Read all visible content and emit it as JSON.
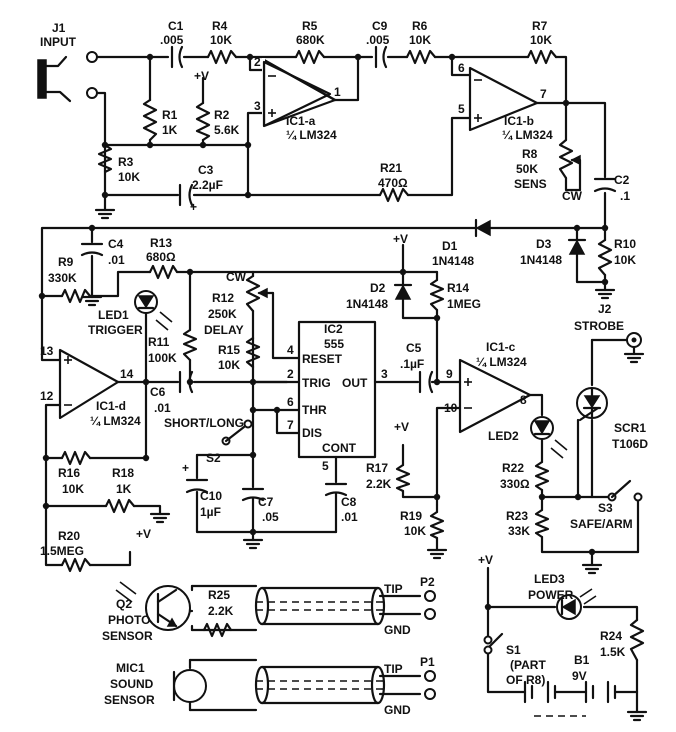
{
  "components": {
    "j1": {
      "ref": "J1",
      "label": "INPUT"
    },
    "c1": {
      "ref": "C1",
      "value": ".005"
    },
    "r4": {
      "ref": "R4",
      "value": "10K"
    },
    "r5": {
      "ref": "R5",
      "value": "680K"
    },
    "c9": {
      "ref": "C9",
      "value": ".005"
    },
    "r6": {
      "ref": "R6",
      "value": "10K"
    },
    "r7": {
      "ref": "R7",
      "value": "10K"
    },
    "r1": {
      "ref": "R1",
      "value": "1K"
    },
    "r2": {
      "ref": "R2",
      "value": "5.6K"
    },
    "r3": {
      "ref": "R3",
      "value": "10K"
    },
    "c3": {
      "ref": "C3",
      "value": "2.2µF"
    },
    "r21": {
      "ref": "R21",
      "value": "470Ω"
    },
    "r8": {
      "ref": "R8",
      "value": "50K",
      "label": "SENS"
    },
    "c2": {
      "ref": "C2",
      "value": ".1"
    },
    "ic1a": {
      "ref": "IC1-a",
      "value": "¼ LM324"
    },
    "ic1b": {
      "ref": "IC1-b",
      "value": "¼ LM324"
    },
    "ic1c": {
      "ref": "IC1-c",
      "value": "¼ LM324"
    },
    "ic1d": {
      "ref": "IC1-d",
      "value": "¼ LM324"
    },
    "c4": {
      "ref": "C4",
      "value": ".01"
    },
    "r9": {
      "ref": "R9",
      "value": "330K"
    },
    "r13": {
      "ref": "R13",
      "value": "680Ω"
    },
    "led1": {
      "ref": "LED1",
      "label": "TRIGGER"
    },
    "r12": {
      "ref": "R12",
      "value": "250K",
      "label": "DELAY"
    },
    "r11": {
      "ref": "R11",
      "value": "100K"
    },
    "r15": {
      "ref": "R15",
      "value": "10K"
    },
    "ic2": {
      "ref": "IC2",
      "value": "555"
    },
    "d1": {
      "ref": "D1",
      "value": "1N4148"
    },
    "d2": {
      "ref": "D2",
      "value": "1N4148"
    },
    "d3": {
      "ref": "D3",
      "value": "1N4148"
    },
    "r10": {
      "ref": "R10",
      "value": "10K"
    },
    "r14": {
      "ref": "R14",
      "value": "1MEG"
    },
    "c5": {
      "ref": "C5",
      "value": ".1µF"
    },
    "c6": {
      "ref": "C6",
      "value": ".01"
    },
    "s2": {
      "ref": "S2",
      "label": "SHORT/LONG"
    },
    "c10": {
      "ref": "C10",
      "value": "1µF"
    },
    "c7": {
      "ref": "C7",
      "value": ".05"
    },
    "c8": {
      "ref": "C8",
      "value": ".01"
    },
    "r16": {
      "ref": "R16",
      "value": "10K"
    },
    "r18": {
      "ref": "R18",
      "value": "1K"
    },
    "r20": {
      "ref": "R20",
      "value": "1.5MEG"
    },
    "r17": {
      "ref": "R17",
      "value": "2.2K"
    },
    "r19": {
      "ref": "R19",
      "value": "10K"
    },
    "led2": {
      "ref": "LED2"
    },
    "r22": {
      "ref": "R22",
      "value": "330Ω"
    },
    "r23": {
      "ref": "R23",
      "value": "33K"
    },
    "s3": {
      "ref": "S3",
      "label": "SAFE/ARM"
    },
    "j2": {
      "ref": "J2",
      "label": "STROBE"
    },
    "scr1": {
      "ref": "SCR1",
      "value": "T106D"
    },
    "q2": {
      "ref": "Q2",
      "label1": "PHOTO",
      "label2": "SENSOR"
    },
    "r25": {
      "ref": "R25",
      "value": "2.2K"
    },
    "p2": {
      "ref": "P2",
      "tip": "TIP",
      "gnd": "GND"
    },
    "mic1": {
      "ref": "MIC1",
      "label1": "SOUND",
      "label2": "SENSOR"
    },
    "p1": {
      "ref": "P1",
      "tip": "TIP",
      "gnd": "GND"
    },
    "led3": {
      "ref": "LED3",
      "label": "POWER"
    },
    "s1": {
      "ref": "S1",
      "label1": "(PART",
      "label2": "OF R8)"
    },
    "b1": {
      "ref": "B1",
      "value": "9V"
    },
    "r24": {
      "ref": "R24",
      "value": "1.5K"
    }
  },
  "ic2_pins": {
    "reset": "RESET",
    "trig": "TRIG",
    "thr": "THR",
    "dis": "DIS",
    "cont": "CONT",
    "out": "OUT"
  },
  "pin_numbers": {
    "ic1a_m": "2",
    "ic1a_p": "3",
    "ic1a_o": "1",
    "ic1b_m": "6",
    "ic1b_p": "5",
    "ic1b_o": "7",
    "ic1c_p": "9",
    "ic1c_m": "10",
    "ic1c_o": "8",
    "ic1d_p": "13",
    "ic1d_m": "12",
    "ic1d_o": "14",
    "ic2_4": "4",
    "ic2_2": "2",
    "ic2_6": "6",
    "ic2_7": "7",
    "ic2_5": "5",
    "ic2_3": "3"
  },
  "supply": {
    "vplus": "+V",
    "cw": "CW",
    "plus": "+"
  }
}
